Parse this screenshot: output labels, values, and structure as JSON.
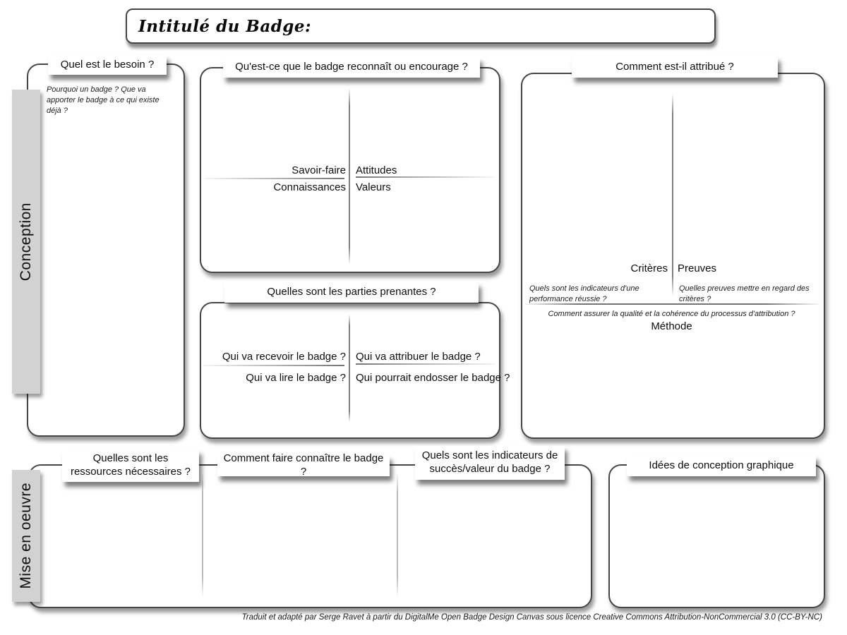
{
  "canvas": {
    "title_label": "Intitulé du Badge:"
  },
  "phases": {
    "conception": "Conception",
    "mise_en_oeuvre": "Mise en oeuvre"
  },
  "sections": {
    "besoin": {
      "title": "Quel est le besoin ?",
      "hint": "Pourquoi un badge ? Que va apporter le badge à ce qui existe déjà ?"
    },
    "reconnait": {
      "title": "Qu'est-ce que le badge reconnaît ou encourage ?",
      "top_left": "Savoir-faire",
      "top_right": "Attitudes",
      "bottom_left": "Connaissances",
      "bottom_right": "Valeurs"
    },
    "parties": {
      "title": "Quelles sont les parties prenantes ?",
      "top_left": "Qui va recevoir le badge ?",
      "top_right": "Qui va attribuer le badge ?",
      "bottom_left": "Qui va lire le badge ?",
      "bottom_right": "Qui pourrait endosser le badge ?"
    },
    "attribue": {
      "title": "Comment est-il attribué ?",
      "left_label": "Critères",
      "right_label": "Preuves",
      "left_hint": "Quels sont les indicateurs d'une performance réussie ?",
      "right_hint": "Quelles preuves mettre en regard des critères ?",
      "method_hint": "Comment assurer la qualité et la cohérence du processus d'attribution ?",
      "method_label": "Méthode"
    },
    "ressources": {
      "title": "Quelles sont les ressources nécessaires ?"
    },
    "connaitre": {
      "title": "Comment faire connaître le badge ?"
    },
    "indicateurs": {
      "title": "Quels sont les indicateurs de succès/valeur du badge ?"
    },
    "idees": {
      "title": "Idées de conception graphique"
    }
  },
  "footer": {
    "credit": "Traduit et adapté par Serge Ravet à partir du DigitalMe Open Badge Design Canvas sous licence Creative Commons Attribution-NonCommercial 3.0  (CC-BY-NC)"
  },
  "colors": {
    "border": "#454545",
    "phase_bar": "#d2d2d2"
  }
}
